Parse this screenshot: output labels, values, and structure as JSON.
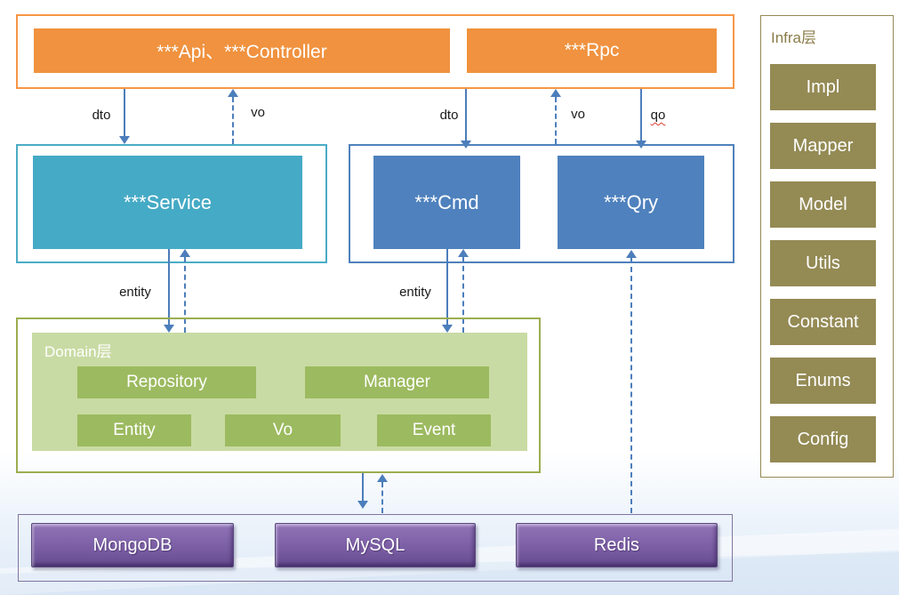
{
  "api_layer": {
    "api_controller_label": "***Api、***Controller",
    "rpc_label": "***Rpc"
  },
  "app_layer": {
    "service_label": "***Service",
    "cmd_label": "***Cmd",
    "qry_label": "***Qry"
  },
  "domain_layer": {
    "title": "Domain层",
    "boxes": [
      "Repository",
      "Manager",
      "Entity",
      "Vo",
      "Event"
    ]
  },
  "data_layer": {
    "boxes": [
      "MongoDB",
      "MySQL",
      "Redis"
    ]
  },
  "infra_layer": {
    "title": "Infra层",
    "boxes": [
      "Impl",
      "Mapper",
      "Model",
      "Utils",
      "Constant",
      "Enums",
      "Config"
    ]
  },
  "arrow_labels": {
    "api_to_service": "dto",
    "service_to_api": "vo",
    "rpc_to_cmd": "dto",
    "cmd_to_rpc": "vo",
    "rpc_to_qry": "qo",
    "service_entity": "entity",
    "cmd_entity": "entity"
  },
  "colors": {
    "orange": "#F0923F",
    "orange_border": "#F79646",
    "teal": "#45AAC5",
    "blue": "#4E81BD",
    "green": "#9CBA5F",
    "green_light": "#C9DBA4",
    "olive": "#948A54",
    "purple": "#7D60A6",
    "arrow_blue": "#4C7EBB",
    "squiggle_red": "#E03C31"
  }
}
